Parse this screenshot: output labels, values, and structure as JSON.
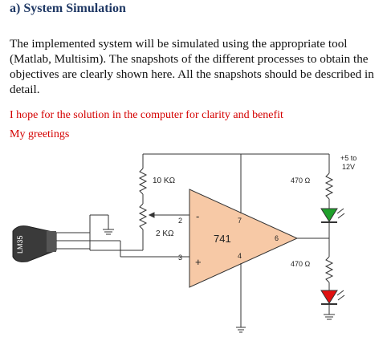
{
  "section_title": "a) System Simulation",
  "body_text": "The implemented system will be simulated using the appropriate tool (Matlab, Multisim). The snapshots of the different processes to obtain the objectives are clearly shown here. All the snapshots should be described in detail.",
  "note_lines": [
    "I hope for the solution in the computer for clarity and benefit",
    "My greetings"
  ],
  "circuit": {
    "supply_label_1": "+5 to",
    "supply_label_2": "12V",
    "r_feedback": "10 KΩ",
    "r_pot": "2 KΩ",
    "r_led1": "470 Ω",
    "r_led2": "470 Ω",
    "opamp": "741",
    "sensor": "LM35",
    "pins": [
      "2",
      "3",
      "4",
      "6",
      "7"
    ],
    "minus_sign": "-",
    "plus_sign": "+",
    "colors": {
      "opamp_fill": "#f7c9a6",
      "led_green": "#1fa02b",
      "led_red": "#e01010"
    }
  }
}
